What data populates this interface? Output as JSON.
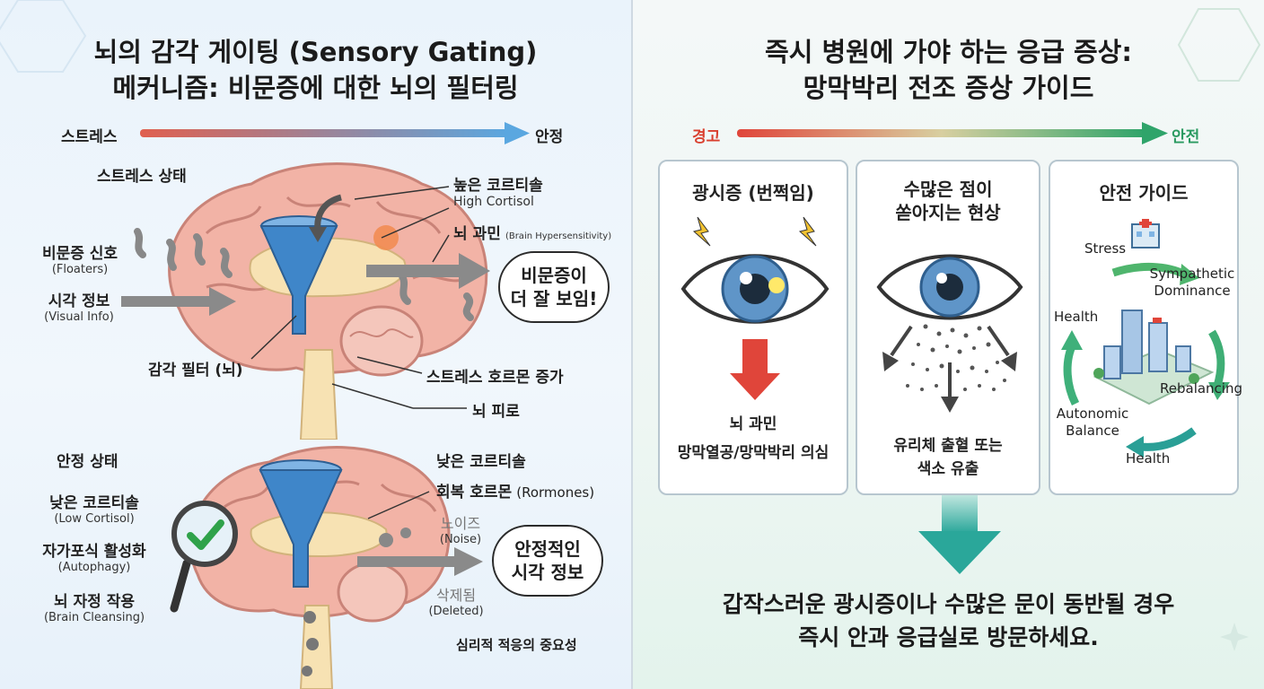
{
  "left": {
    "title_line1": "뇌의 감각 게이팅 (Sensory Gating)",
    "title_line2": "메커니즘: 비문증에 대한 뇌의 필터링",
    "scale_left": "스트레스",
    "scale_right": "안정",
    "stress": {
      "heading": "스트레스 상태",
      "floater_signal": "비문증 신호",
      "floater_signal_en": "(Floaters)",
      "visual_info": "시각 정보",
      "visual_info_en": "(Visual Info)",
      "high_cortisol": "높은 코르티솔",
      "high_cortisol_en": "High Cortisol",
      "hypersensitivity": "뇌 과민",
      "hypersensitivity_en": "(Brain Hypersensitivity)",
      "bubble_line1": "비문증이",
      "bubble_line2": "더 잘 보임!",
      "sensory_filter": "감각 필터 (뇌)",
      "stress_hormone": "스트레스 호르몬 증가",
      "brain_fatigue": "뇌 피로"
    },
    "stable": {
      "heading": "안정 상태",
      "low_cortisol": "낮은 코르티솔",
      "low_cortisol_en": "(Low Cortisol)",
      "autophagy": "자가포식 활성화",
      "autophagy_en": "(Autophagy)",
      "cleansing": "뇌 자정 작용",
      "cleansing_en": "(Brain Cleansing)",
      "low_cortisol_right": "낮은 코르티솔",
      "recovery_hormone": "회복 호르몬",
      "recovery_hormone_en": "(Rormones)",
      "noise": "노이즈",
      "noise_en": "(Noise)",
      "deleted": "삭제됨",
      "deleted_en": "(Deleted)",
      "bubble_line1": "안정적인",
      "bubble_line2": "시각 정보",
      "adaptation": "심리적 적응의 중요성"
    }
  },
  "right": {
    "title_line1": "즉시 병원에 가야 하는 응급 증상:",
    "title_line2": "망막박리 전조 증상 가이드",
    "scale_left": "경고",
    "scale_right": "안전",
    "cards": [
      {
        "title_line1": "광시증 (번쩍임)",
        "title_line2": "",
        "text_line1": "뇌 과민",
        "text_line2": "망막열공/망막박리 의심"
      },
      {
        "title_line1": "수많은 점이",
        "title_line2": "쏟아지는 현상",
        "text_line1": "유리체 출혈 또는",
        "text_line2": "색소 유출"
      },
      {
        "title_line1": "안전 가이드",
        "title_line2": "",
        "cycle": {
          "stress": "Stress",
          "sympathetic_1": "Sympathetic",
          "sympathetic_2": "Dominance",
          "health_top": "Health",
          "rebalancing": "Rebalancing",
          "autonomic_1": "Autonomic",
          "autonomic_2": "Balance",
          "health_bottom": "Health"
        }
      }
    ],
    "warning_line1": "갑작스러운 광시증이나 수많은 문이 동반될 경우",
    "warning_line2": "즉시 안과 응급실로 방문하세요."
  },
  "colors": {
    "stress_red": "#e0604f",
    "calm_blue": "#5aa7e0",
    "warn_red": "#e0453a",
    "safe_green": "#2fa46a",
    "funnel_blue": "#3f86c9",
    "brain_pink": "#f2b3a6",
    "teal": "#2aa79a"
  },
  "icons": [
    "funnel-icon",
    "magnifier-check-icon",
    "eye-icon",
    "lightning-icon",
    "hospital-icon",
    "city-icon",
    "down-arrow-icon"
  ]
}
